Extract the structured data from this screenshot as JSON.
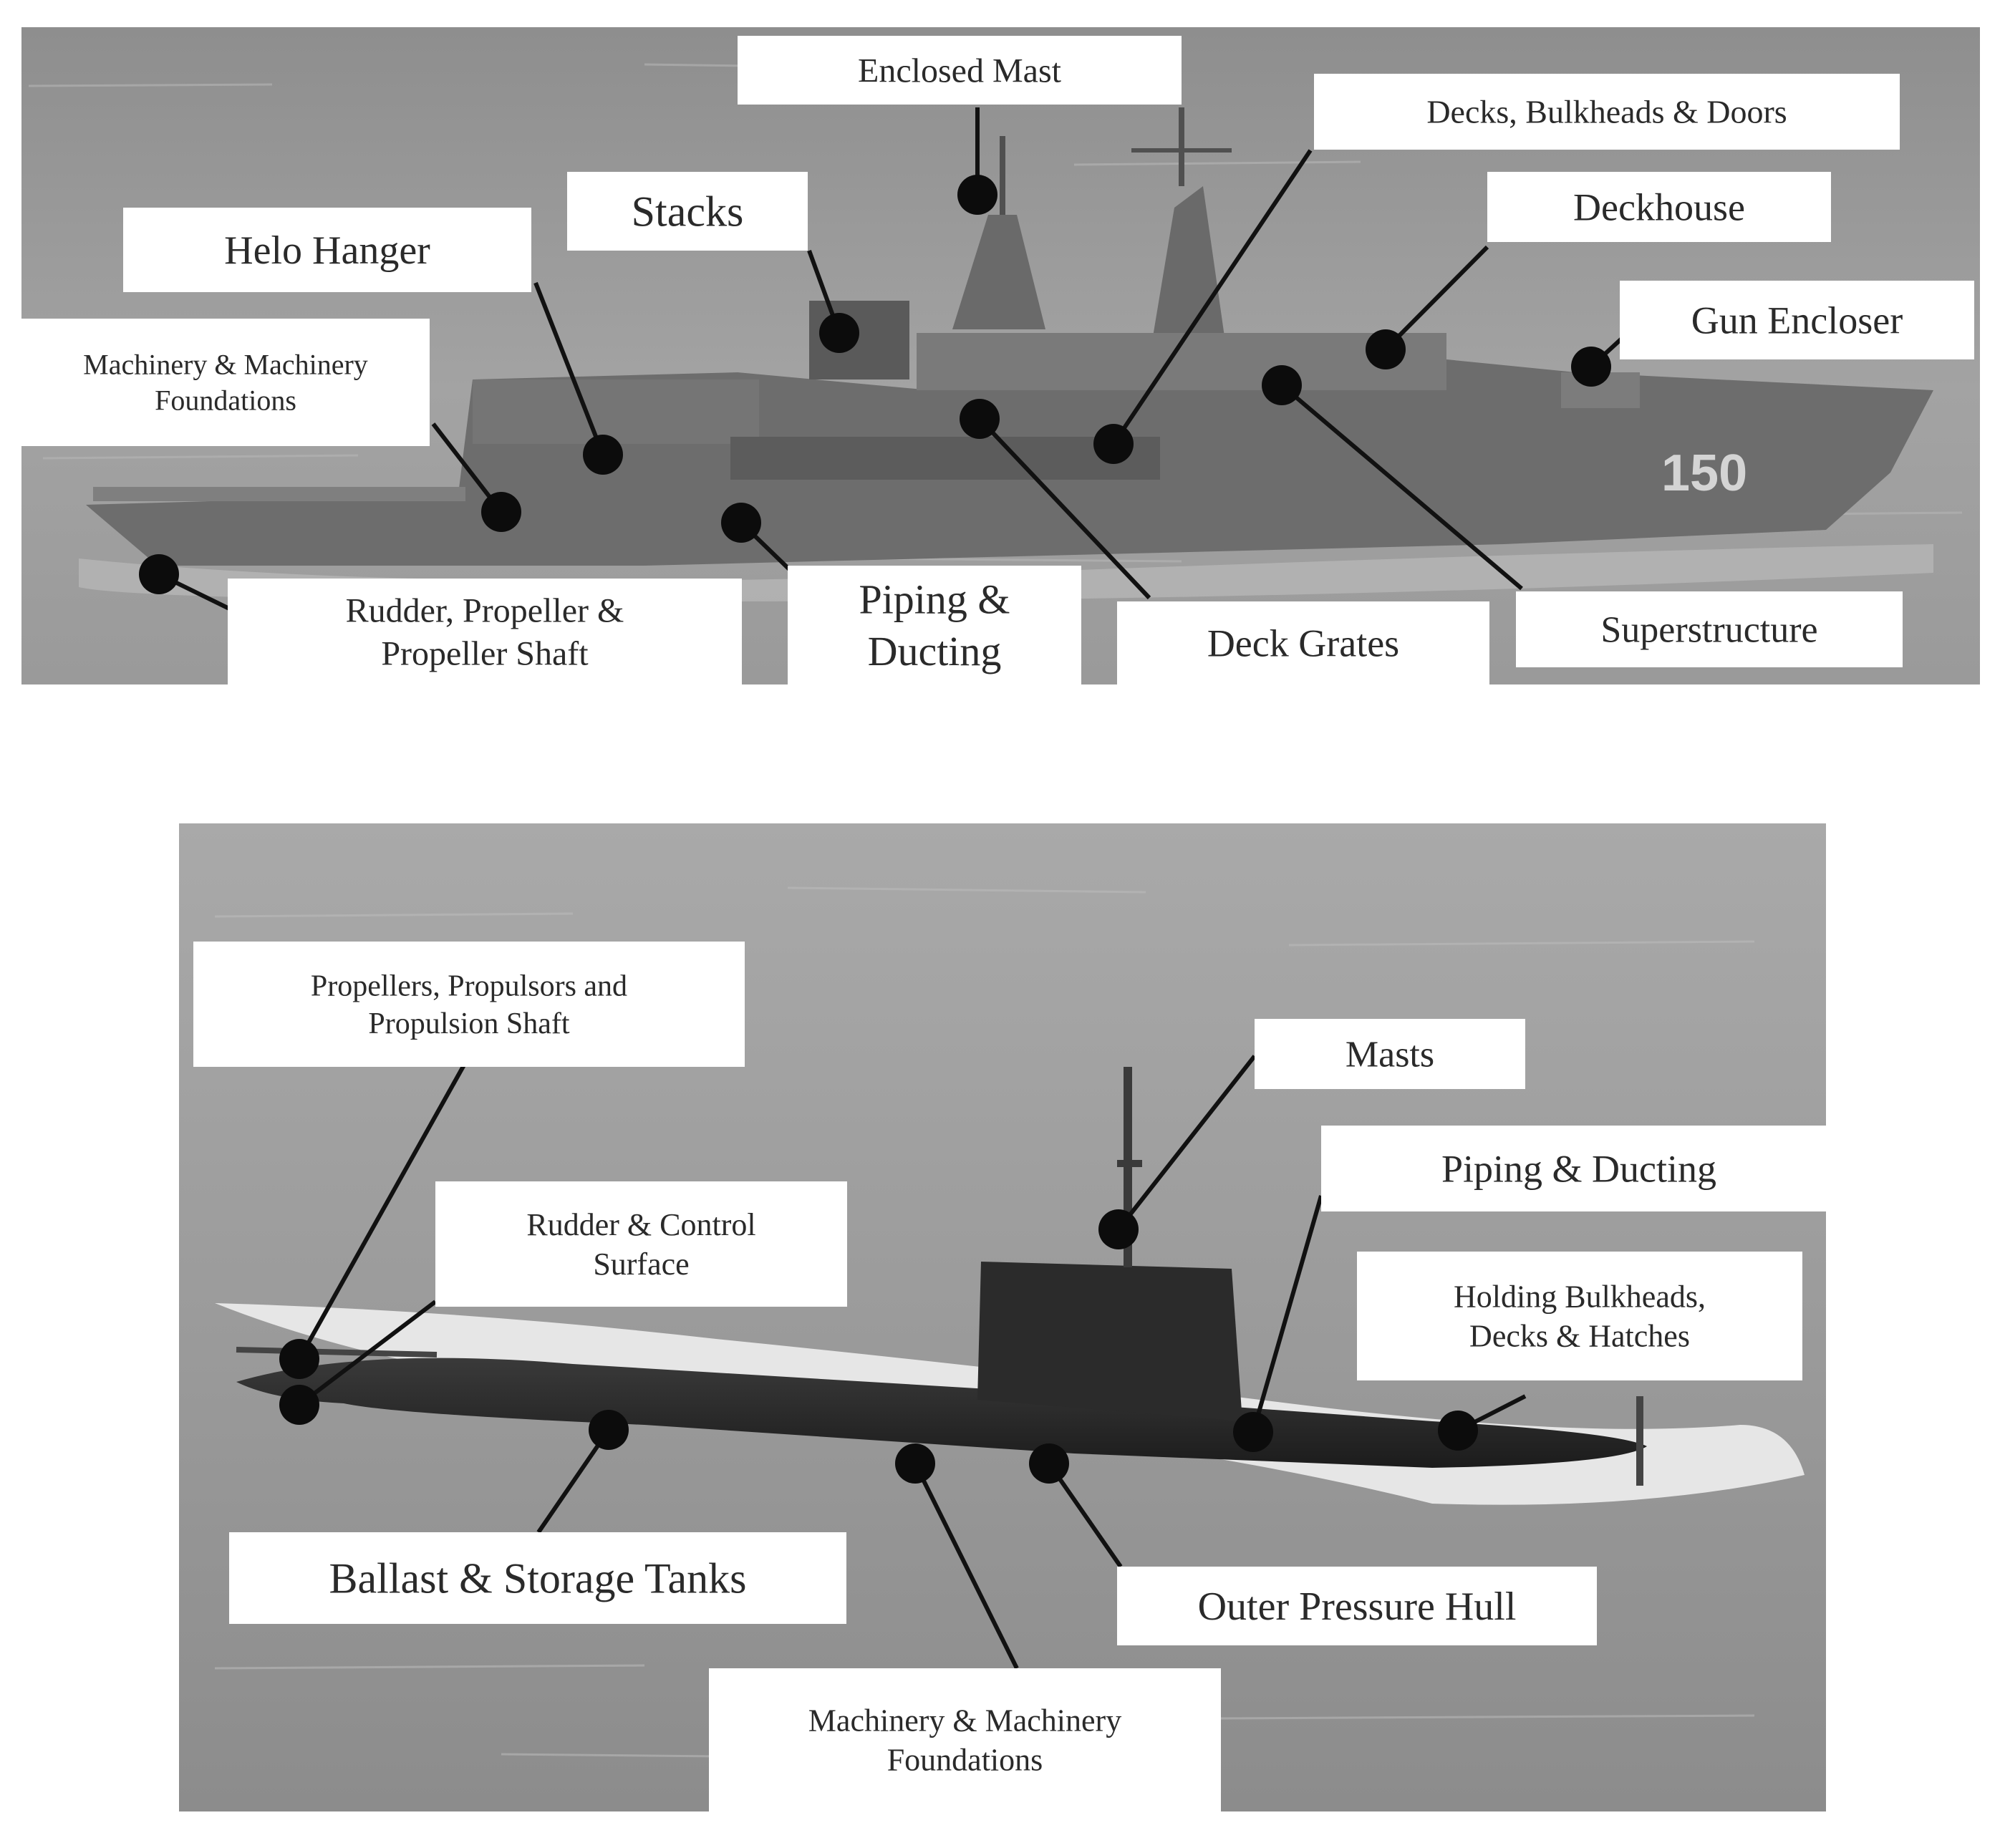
{
  "hull_number": "150",
  "ship_panel": {
    "labels": [
      {
        "id": "enclosed-mast",
        "lines": [
          "Enclosed Mast"
        ]
      },
      {
        "id": "decks-bulkheads-doors",
        "lines": [
          "Decks, Bulkheads & Doors"
        ]
      },
      {
        "id": "stacks",
        "lines": [
          "Stacks"
        ]
      },
      {
        "id": "deckhouse",
        "lines": [
          "Deckhouse"
        ]
      },
      {
        "id": "helo-hanger",
        "lines": [
          "Helo Hanger"
        ]
      },
      {
        "id": "gun-encloser",
        "lines": [
          "Gun Encloser"
        ]
      },
      {
        "id": "machinery-foundations",
        "lines": [
          "Machinery & Machinery",
          "Foundations"
        ]
      },
      {
        "id": "rudder-propeller-shaft",
        "lines": [
          "Rudder, Propeller &",
          "Propeller Shaft"
        ]
      },
      {
        "id": "piping-ducting",
        "lines": [
          "Piping &",
          "Ducting"
        ]
      },
      {
        "id": "deck-grates",
        "lines": [
          "Deck Grates"
        ]
      },
      {
        "id": "superstructure",
        "lines": [
          "Superstructure"
        ]
      }
    ]
  },
  "submarine_panel": {
    "labels": [
      {
        "id": "propellers-propulsors-shaft",
        "lines": [
          "Propellers, Propulsors and",
          "Propulsion Shaft"
        ]
      },
      {
        "id": "masts",
        "lines": [
          "Masts"
        ]
      },
      {
        "id": "piping-ducting",
        "lines": [
          "Piping & Ducting"
        ]
      },
      {
        "id": "rudder-control-surface",
        "lines": [
          "Rudder & Control",
          "Surface"
        ]
      },
      {
        "id": "holding-bulkheads",
        "lines": [
          "Holding Bulkheads,",
          "Decks & Hatches"
        ]
      },
      {
        "id": "ballast-storage-tanks",
        "lines": [
          "Ballast & Storage Tanks"
        ]
      },
      {
        "id": "outer-pressure-hull",
        "lines": [
          "Outer Pressure Hull"
        ]
      },
      {
        "id": "machinery-foundations",
        "lines": [
          "Machinery & Machinery",
          "Foundations"
        ]
      }
    ]
  }
}
